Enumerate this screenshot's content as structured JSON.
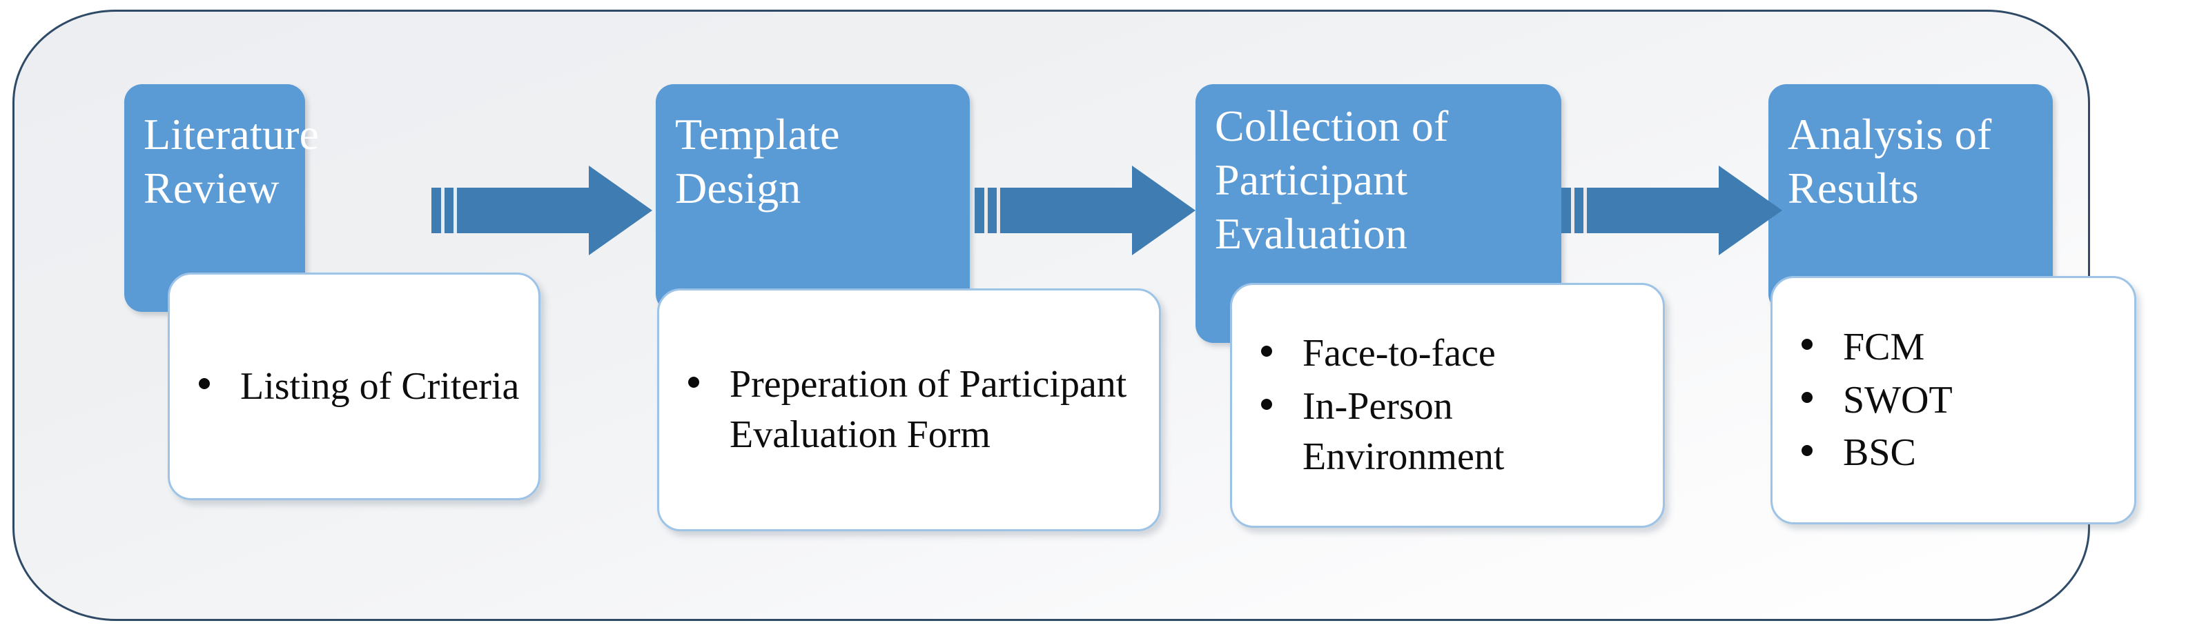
{
  "figure": {
    "type": "process-flow",
    "orientation": "horizontal",
    "stage_count": 4,
    "colors": {
      "stage_header_fill": "#5B9BD5",
      "arrow_fill": "#3E7CB1",
      "card_fill": "#FFFFFF",
      "card_border": "#9DC3E6",
      "frame_border": "#2E4A66",
      "frame_fill": "#ECEEF1",
      "text_on_blue": "#FFFFFF",
      "text_on_white": "#0D0D0D"
    }
  },
  "stages": [
    {
      "id": "literature-review",
      "title_lines": [
        "Literature",
        "Review"
      ],
      "bullets": [
        "Listing of Criteria"
      ]
    },
    {
      "id": "template-design",
      "title_lines": [
        "Template",
        "Design"
      ],
      "bullets": [
        "Preperation of Participant Evaluation Form"
      ]
    },
    {
      "id": "collection-of-participant-evaluation",
      "title_lines": [
        "Collection of",
        "Participant",
        "Evaluation"
      ],
      "bullets": [
        "Face-to-face",
        "In-Person Environment"
      ]
    },
    {
      "id": "analysis-of-results",
      "title_lines": [
        "Analysis of",
        "Results"
      ],
      "bullets": [
        "FCM",
        "SWOT",
        "BSC"
      ]
    }
  ],
  "connectors": [
    {
      "id": "arrow-1",
      "from": "literature-review",
      "to": "template-design",
      "glyph": "right-arrow"
    },
    {
      "id": "arrow-2",
      "from": "template-design",
      "to": "collection-of-participant-evaluation",
      "glyph": "right-arrow"
    },
    {
      "id": "arrow-3",
      "from": "collection-of-participant-evaluation",
      "to": "analysis-of-results",
      "glyph": "right-arrow"
    }
  ]
}
